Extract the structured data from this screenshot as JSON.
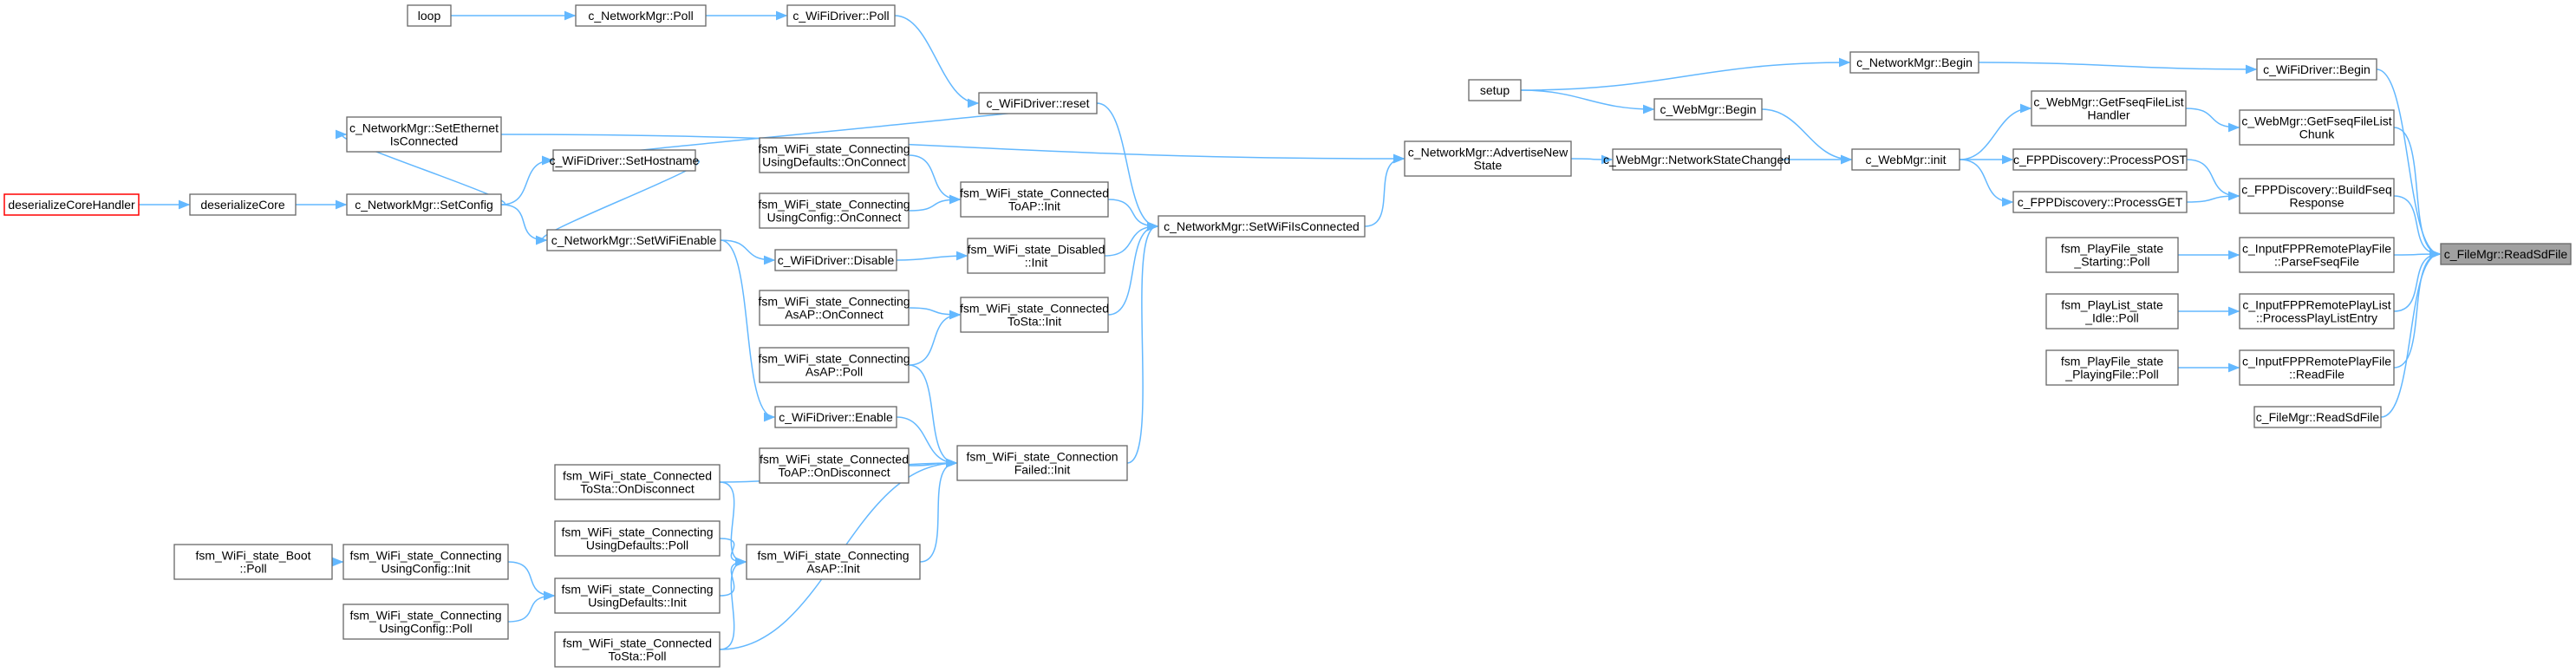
{
  "graph": {
    "title": "",
    "nodes": [
      {
        "id": "readsd_root",
        "lines": [
          "c_FileMgr::ReadSdFile"
        ],
        "kind": "root"
      },
      {
        "id": "loop",
        "lines": [
          "loop"
        ]
      },
      {
        "id": "nm_poll",
        "lines": [
          "c_NetworkMgr::Poll"
        ]
      },
      {
        "id": "wifi_poll",
        "lines": [
          "c_WiFiDriver::Poll"
        ]
      },
      {
        "id": "nm_begin",
        "lines": [
          "c_NetworkMgr::Begin"
        ]
      },
      {
        "id": "wifi_begin",
        "lines": [
          "c_WiFiDriver::Begin"
        ]
      },
      {
        "id": "setup",
        "lines": [
          "setup"
        ]
      },
      {
        "id": "webmgr_begin",
        "lines": [
          "c_WebMgr::Begin"
        ]
      },
      {
        "id": "webmgr_fseqhandler",
        "lines": [
          "c_WebMgr::GetFseqFileList",
          "Handler"
        ]
      },
      {
        "id": "webmgr_fseqchunk",
        "lines": [
          "c_WebMgr::GetFseqFileList",
          "Chunk"
        ]
      },
      {
        "id": "nm_setethernet",
        "lines": [
          "c_NetworkMgr::SetEthernet",
          "IsConnected"
        ]
      },
      {
        "id": "wifi_reset",
        "lines": [
          "c_WiFiDriver::reset"
        ]
      },
      {
        "id": "nm_advertise",
        "lines": [
          "c_NetworkMgr::AdvertiseNew",
          "State"
        ]
      },
      {
        "id": "webmgr_netstate",
        "lines": [
          "c_WebMgr::NetworkStateChanged"
        ]
      },
      {
        "id": "webmgr_init",
        "lines": [
          "c_WebMgr::init"
        ]
      },
      {
        "id": "fpp_post",
        "lines": [
          "c_FPPDiscovery::ProcessPOST"
        ]
      },
      {
        "id": "fpp_get",
        "lines": [
          "c_FPPDiscovery::ProcessGET"
        ]
      },
      {
        "id": "fpp_buildfseq",
        "lines": [
          "c_FPPDiscovery::BuildFseq",
          "Response"
        ]
      },
      {
        "id": "deser_handler",
        "lines": [
          "deserializeCoreHandler"
        ],
        "kind": "highlight"
      },
      {
        "id": "deser_core",
        "lines": [
          "deserializeCore"
        ]
      },
      {
        "id": "nm_setconfig",
        "lines": [
          "c_NetworkMgr::SetConfig"
        ]
      },
      {
        "id": "wifi_sethostname",
        "lines": [
          "c_WiFiDriver::SetHostname"
        ]
      },
      {
        "id": "cud_onconnect",
        "lines": [
          "fsm_WiFi_state_Connecting",
          "UsingDefaults::OnConnect"
        ]
      },
      {
        "id": "ctoap_init",
        "lines": [
          "fsm_WiFi_state_Connected",
          "ToAP::Init"
        ]
      },
      {
        "id": "cuc_onconnect",
        "lines": [
          "fsm_WiFi_state_Connecting",
          "UsingConfig::OnConnect"
        ]
      },
      {
        "id": "nm_setwifi_conn",
        "lines": [
          "c_NetworkMgr::SetWiFiIsConnected"
        ]
      },
      {
        "id": "nm_setwifienable",
        "lines": [
          "c_NetworkMgr::SetWiFiEnable"
        ]
      },
      {
        "id": "wifi_disable",
        "lines": [
          "c_WiFiDriver::Disable"
        ]
      },
      {
        "id": "disabled_init",
        "lines": [
          "fsm_WiFi_state_Disabled",
          "::Init"
        ]
      },
      {
        "id": "casap_onconnect",
        "lines": [
          "fsm_WiFi_state_Connecting",
          "AsAP::OnConnect"
        ]
      },
      {
        "id": "ctosta_init",
        "lines": [
          "fsm_WiFi_state_Connected",
          "ToSta::Init"
        ]
      },
      {
        "id": "casap_poll",
        "lines": [
          "fsm_WiFi_state_Connecting",
          "AsAP::Poll"
        ]
      },
      {
        "id": "wifi_enable",
        "lines": [
          "c_WiFiDriver::Enable"
        ]
      },
      {
        "id": "connfailed_init",
        "lines": [
          "fsm_WiFi_state_Connection",
          "Failed::Init"
        ]
      },
      {
        "id": "ctoap_ondisconnect",
        "lines": [
          "fsm_WiFi_state_Connected",
          "ToAP::OnDisconnect"
        ]
      },
      {
        "id": "ctosta_ondisconnect",
        "lines": [
          "fsm_WiFi_state_Connected",
          "ToSta::OnDisconnect"
        ]
      },
      {
        "id": "cud_poll",
        "lines": [
          "fsm_WiFi_state_Connecting",
          "UsingDefaults::Poll"
        ]
      },
      {
        "id": "casap_init",
        "lines": [
          "fsm_WiFi_state_Connecting",
          "AsAP::Init"
        ]
      },
      {
        "id": "boot_poll",
        "lines": [
          "fsm_WiFi_state_Boot",
          "::Poll"
        ]
      },
      {
        "id": "cuc_init",
        "lines": [
          "fsm_WiFi_state_Connecting",
          "UsingConfig::Init"
        ]
      },
      {
        "id": "cud_init",
        "lines": [
          "fsm_WiFi_state_Connecting",
          "UsingDefaults::Init"
        ]
      },
      {
        "id": "cuc_poll",
        "lines": [
          "fsm_WiFi_state_Connecting",
          "UsingConfig::Poll"
        ]
      },
      {
        "id": "ctosta_poll",
        "lines": [
          "fsm_WiFi_state_Connected",
          "ToSta::Poll"
        ]
      },
      {
        "id": "pf_starting",
        "lines": [
          "fsm_PlayFile_state",
          "_Starting::Poll"
        ]
      },
      {
        "id": "inp_parsefseq",
        "lines": [
          "c_InputFPPRemotePlayFile",
          "::ParseFseqFile"
        ]
      },
      {
        "id": "pl_idle",
        "lines": [
          "fsm_PlayList_state",
          "_Idle::Poll"
        ]
      },
      {
        "id": "inp_playlist",
        "lines": [
          "c_InputFPPRemotePlayList",
          "::ProcessPlayListEntry"
        ]
      },
      {
        "id": "pf_playing",
        "lines": [
          "fsm_PlayFile_state",
          "_PlayingFile::Poll"
        ]
      },
      {
        "id": "inp_readfile",
        "lines": [
          "c_InputFPPRemotePlayFile",
          "::ReadFile"
        ]
      },
      {
        "id": "readsd_leaf",
        "lines": [
          "c_FileMgr::ReadSdFile"
        ]
      }
    ],
    "edges": [
      [
        "loop",
        "nm_poll"
      ],
      [
        "nm_poll",
        "wifi_poll"
      ],
      [
        "wifi_poll",
        "wifi_reset"
      ],
      [
        "setup",
        "nm_begin"
      ],
      [
        "setup",
        "webmgr_begin"
      ],
      [
        "nm_begin",
        "wifi_begin"
      ],
      [
        "wifi_begin",
        "readsd_root"
      ],
      [
        "webmgr_begin",
        "webmgr_init"
      ],
      [
        "webmgr_init",
        "webmgr_fseqhandler"
      ],
      [
        "webmgr_init",
        "fpp_post"
      ],
      [
        "webmgr_init",
        "fpp_get"
      ],
      [
        "webmgr_fseqhandler",
        "webmgr_fseqchunk"
      ],
      [
        "webmgr_fseqchunk",
        "readsd_root"
      ],
      [
        "fpp_post",
        "fpp_buildfseq"
      ],
      [
        "fpp_get",
        "fpp_buildfseq"
      ],
      [
        "fpp_buildfseq",
        "readsd_root"
      ],
      [
        "webmgr_netstate",
        "webmgr_init"
      ],
      [
        "nm_advertise",
        "webmgr_netstate"
      ],
      [
        "nm_setethernet",
        "nm_advertise"
      ],
      [
        "nm_setwifi_conn",
        "nm_advertise"
      ],
      [
        "deser_handler",
        "deser_core"
      ],
      [
        "deser_core",
        "nm_setconfig"
      ],
      [
        "nm_setconfig",
        "nm_setethernet"
      ],
      [
        "nm_setconfig",
        "wifi_sethostname"
      ],
      [
        "nm_setconfig",
        "nm_setwifienable"
      ],
      [
        "wifi_sethostname",
        "nm_setwifienable"
      ],
      [
        "wifi_reset",
        "wifi_sethostname"
      ],
      [
        "wifi_reset",
        "nm_setwifi_conn"
      ],
      [
        "nm_setwifienable",
        "wifi_disable"
      ],
      [
        "nm_setwifienable",
        "wifi_enable"
      ],
      [
        "wifi_disable",
        "disabled_init"
      ],
      [
        "disabled_init",
        "nm_setwifi_conn"
      ],
      [
        "cud_onconnect",
        "ctoap_init"
      ],
      [
        "cuc_onconnect",
        "ctoap_init"
      ],
      [
        "ctoap_init",
        "nm_setwifi_conn"
      ],
      [
        "casap_onconnect",
        "ctosta_init"
      ],
      [
        "casap_poll",
        "ctosta_init"
      ],
      [
        "ctosta_init",
        "nm_setwifi_conn"
      ],
      [
        "casap_poll",
        "connfailed_init"
      ],
      [
        "wifi_enable",
        "connfailed_init"
      ],
      [
        "ctoap_ondisconnect",
        "connfailed_init"
      ],
      [
        "ctosta_ondisconnect",
        "connfailed_init"
      ],
      [
        "connfailed_init",
        "nm_setwifi_conn"
      ],
      [
        "ctosta_ondisconnect",
        "casap_init"
      ],
      [
        "cud_poll",
        "casap_init"
      ],
      [
        "cud_init",
        "casap_init"
      ],
      [
        "ctosta_poll",
        "casap_init"
      ],
      [
        "casap_init",
        "connfailed_init"
      ],
      [
        "ctosta_poll",
        "connfailed_init"
      ],
      [
        "boot_poll",
        "cuc_init"
      ],
      [
        "cuc_init",
        "cud_init"
      ],
      [
        "cuc_poll",
        "cud_init"
      ],
      [
        "pf_starting",
        "inp_parsefseq"
      ],
      [
        "inp_parsefseq",
        "readsd_root"
      ],
      [
        "pl_idle",
        "inp_playlist"
      ],
      [
        "inp_playlist",
        "readsd_root"
      ],
      [
        "pf_playing",
        "inp_readfile"
      ],
      [
        "inp_readfile",
        "readsd_root"
      ],
      [
        "readsd_leaf",
        "readsd_root"
      ]
    ]
  },
  "colors": {
    "edge": "#63b8ff",
    "node_border": "#666666",
    "root_fill": "#a0a0a0",
    "highlight_border": "#ff0000"
  }
}
